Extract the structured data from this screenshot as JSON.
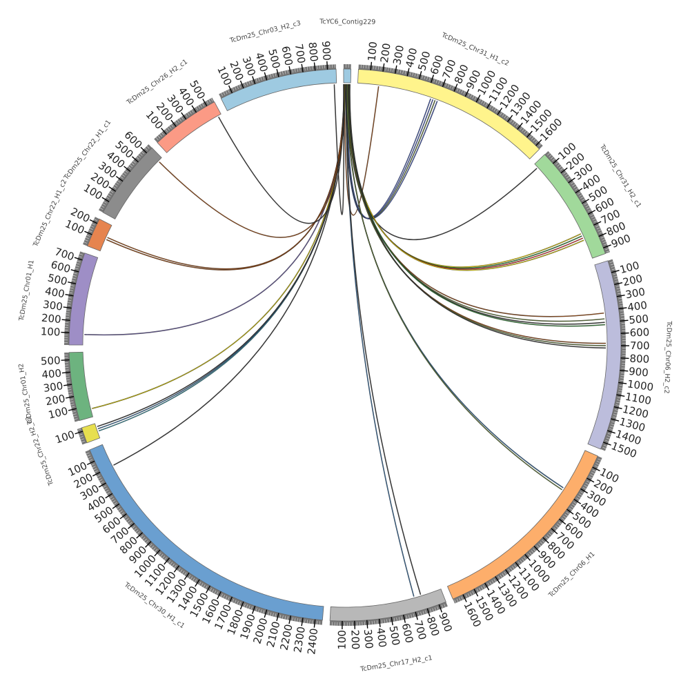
{
  "diagram": {
    "type": "circos",
    "tick_interval": 100,
    "segments": [
      {
        "id": "contig",
        "name": "TcYC6_Contig229",
        "length": 60,
        "color": "#9ecae1",
        "reversed": false
      },
      {
        "id": "chr31h1",
        "name": "TcDm25_Chr31_H1_c2",
        "length": 1640,
        "color": "#fff48c",
        "reversed": false
      },
      {
        "id": "chr31h2",
        "name": "TcDm25_Chr31_H2_c1",
        "length": 950,
        "color": "#a1d99b",
        "reversed": false
      },
      {
        "id": "chr06h2",
        "name": "TcDm25_Chr06_H2_c2",
        "length": 1560,
        "color": "#bcbddc",
        "reversed": false
      },
      {
        "id": "chr06h1",
        "name": "TcDm25_Chr06_H1",
        "length": 1690,
        "color": "#fdae6b",
        "reversed": false
      },
      {
        "id": "chr17h2",
        "name": "TcDm25_Chr17_H2_c1",
        "length": 960,
        "color": "#b8b8b8",
        "reversed": true
      },
      {
        "id": "chr30h1",
        "name": "TcDm25_Chr30_H1_c1",
        "length": 2460,
        "color": "#6a9fd0",
        "reversed": true
      },
      {
        "id": "chr22h2c2",
        "name": "TcDm25_Chr22_H2_c2",
        "length": 130,
        "color": "#e7df4f",
        "reversed": false
      },
      {
        "id": "chr01h2",
        "name": "TcDm25_Chr01_H2",
        "length": 560,
        "color": "#6db37f",
        "reversed": false
      },
      {
        "id": "chr01h1",
        "name": "TcDm25_Chr01_H1",
        "length": 760,
        "color": "#9e8ec6",
        "reversed": false
      },
      {
        "id": "chr22h1c2",
        "name": "TcDm25_Chr22_H1_c2",
        "length": 240,
        "color": "#e6844f",
        "reversed": false
      },
      {
        "id": "chr22h1c1",
        "name": "TcDm25_Chr22_H1_c1",
        "length": 660,
        "color": "#8c8c8c",
        "reversed": false
      },
      {
        "id": "chr26h2",
        "name": "TcDm25_Chr26_H2_c1",
        "length": 570,
        "color": "#fb9a85",
        "reversed": false
      },
      {
        "id": "chr03h2",
        "name": "TcDm25_Chr03_H2_c3",
        "length": 970,
        "color": "#9ecae1",
        "reversed": false
      }
    ],
    "links": [
      {
        "src": 8,
        "tgt": "chr31h1",
        "pos": 180,
        "color": "#8b4513"
      },
      {
        "src": 20,
        "tgt": "chr31h1",
        "pos": 640,
        "color": "#3b4fa0"
      },
      {
        "src": 24,
        "tgt": "chr31h1",
        "pos": 660,
        "color": "#3b4fa0"
      },
      {
        "src": 28,
        "tgt": "chr31h1",
        "pos": 680,
        "color": "#556b2f"
      },
      {
        "src": 32,
        "tgt": "chr31h1",
        "pos": 700,
        "color": "#3b4fa0"
      },
      {
        "src": 40,
        "tgt": "chr31h2",
        "pos": 40,
        "color": "#333333"
      },
      {
        "src": 44,
        "tgt": "chr31h2",
        "pos": 720,
        "color": "#d4c000"
      },
      {
        "src": 46,
        "tgt": "chr31h2",
        "pos": 740,
        "color": "#2e7d32"
      },
      {
        "src": 48,
        "tgt": "chr31h2",
        "pos": 760,
        "color": "#c62828"
      },
      {
        "src": 50,
        "tgt": "chr31h2",
        "pos": 780,
        "color": "#d4c000"
      },
      {
        "src": 36,
        "tgt": "chr06h2",
        "pos": 420,
        "color": "#8b4513"
      },
      {
        "src": 38,
        "tgt": "chr06h2",
        "pos": 470,
        "color": "#556b2f"
      },
      {
        "src": 42,
        "tgt": "chr06h2",
        "pos": 500,
        "color": "#333333"
      },
      {
        "src": 52,
        "tgt": "chr06h2",
        "pos": 520,
        "color": "#2e7d32"
      },
      {
        "src": 30,
        "tgt": "chr06h2",
        "pos": 680,
        "color": "#8b4513"
      },
      {
        "src": 34,
        "tgt": "chr06h2",
        "pos": 700,
        "color": "#556b2f"
      },
      {
        "src": 54,
        "tgt": "chr06h2",
        "pos": 720,
        "color": "#333333"
      },
      {
        "src": 26,
        "tgt": "chr06h1",
        "pos": 370,
        "color": "#2e5e8b"
      },
      {
        "src": 29,
        "tgt": "chr06h1",
        "pos": 390,
        "color": "#556b2f"
      },
      {
        "src": 22,
        "tgt": "chr17h2",
        "pos": 720,
        "color": "#2e5e8b"
      },
      {
        "src": 23,
        "tgt": "chr17h2",
        "pos": 780,
        "color": "#333333"
      },
      {
        "src": 5,
        "tgt": "chr30h1",
        "pos": 200,
        "color": "#333333"
      },
      {
        "src": 12,
        "tgt": "chr22h2c2",
        "pos": 60,
        "color": "#2e7d8b"
      },
      {
        "src": 13,
        "tgt": "chr22h2c2",
        "pos": 80,
        "color": "#2e5e8b"
      },
      {
        "src": 14,
        "tgt": "chr22h2c2",
        "pos": 100,
        "color": "#333333"
      },
      {
        "src": 10,
        "tgt": "chr01h2",
        "pos": 70,
        "color": "#b5a800"
      },
      {
        "src": 6,
        "tgt": "chr01h1",
        "pos": 90,
        "color": "#5a4e8c"
      },
      {
        "src": 4,
        "tgt": "chr22h1c2",
        "pos": 110,
        "color": "#8b4513"
      },
      {
        "src": 3,
        "tgt": "chr22h1c2",
        "pos": 130,
        "color": "#8b4513"
      },
      {
        "src": 2,
        "tgt": "chr22h1c1",
        "pos": 620,
        "color": "#8b4513"
      },
      {
        "src": 1,
        "tgt": "chr26h2",
        "pos": 540,
        "color": "#333333"
      },
      {
        "src": 0,
        "tgt": "chr03h2",
        "pos": 950,
        "color": "#333333"
      }
    ]
  }
}
